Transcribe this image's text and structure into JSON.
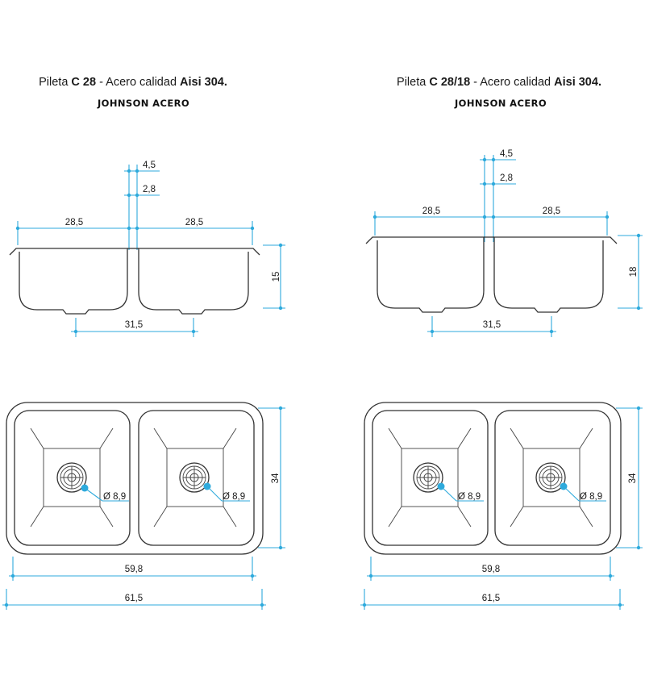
{
  "diagrams": [
    {
      "title": {
        "pre": "Pileta ",
        "model": "C 28",
        "mid": " - Acero calidad ",
        "steel": "Aisi 304."
      },
      "brand": "JOHNSON ACERO",
      "dims": {
        "top_gap_outer": "4,5",
        "top_gap_inner": "2,8",
        "left_width": "28,5",
        "right_width": "28,5",
        "depth": "15",
        "drain_spacing": "31,5",
        "plan_depth": "34",
        "drain_diameter": "Ø 8,9",
        "inner_length": "59,8",
        "outer_length": "61,5"
      }
    },
    {
      "title": {
        "pre": "Pileta ",
        "model": "C 28/18",
        "mid": " - Acero calidad ",
        "steel": "Aisi 304."
      },
      "brand": "JOHNSON ACERO",
      "dims": {
        "top_gap_outer": "4,5",
        "top_gap_inner": "2,8",
        "left_width": "28,5",
        "right_width": "28,5",
        "depth": "18",
        "drain_spacing": "31,5",
        "plan_depth": "34",
        "drain_diameter": "Ø 8,9",
        "inner_length": "59,8",
        "outer_length": "61,5"
      }
    }
  ],
  "colors": {
    "dimension": "#2eaadc",
    "outline": "#333333",
    "text": "#1a1a1a"
  }
}
